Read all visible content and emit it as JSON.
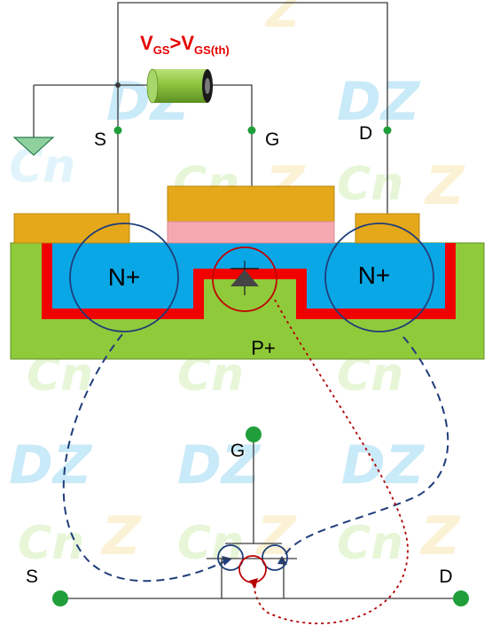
{
  "condition": {
    "v": "V",
    "sub1": "GS",
    "op": ">",
    "sub2": "GS(th)"
  },
  "terminals": {
    "source": "S",
    "gate": "G",
    "drain": "D"
  },
  "regions": {
    "left_n": "N+",
    "right_n": "N+",
    "substrate": "P+"
  },
  "symbol_labels": {
    "gate": "G",
    "source": "S",
    "drain": "D"
  },
  "watermark": {
    "a": "DZ",
    "b": "Cn"
  },
  "colors": {
    "n_region": "#0aa7e6",
    "p_substrate": "#8fca3a",
    "channel": "#f00000",
    "metal": "#e5a81a",
    "oxide": "#f6a8b1",
    "wire": "#3a3a3a",
    "terminal_dot": "#1f9e3a",
    "dashed_blue": "#1f3d7a",
    "dotted_red": "#b00000",
    "condition_text": "#e60000"
  }
}
